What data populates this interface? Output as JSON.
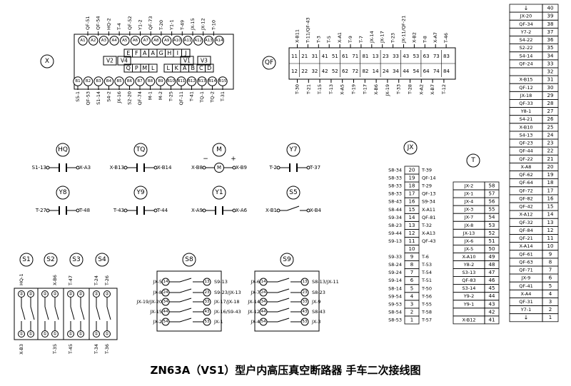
{
  "caption": "ZN63A（VS1）型户内高压真空断路器 手车二次接线图",
  "x_connector": {
    "symbol": "X",
    "top_labels": [
      "QF-51",
      "QF-54",
      "HQ-2",
      "T-4",
      "QF-52",
      "Y1-2",
      "QF-73",
      "T-20",
      "Y1-1",
      "T-49",
      "JX-15",
      "JX-12",
      "T-10"
    ],
    "top_pins": [
      "A1",
      "A2",
      "A3",
      "A4",
      "A5",
      "A6",
      "A7",
      "A8",
      "A9",
      "A10",
      "A11",
      "A12",
      "A13",
      "A14"
    ],
    "bottom_labels": [
      "S5-1",
      "QF-53",
      "S1-14",
      "S4-2",
      "JX-16",
      "S2-20",
      "QF-74",
      "M-1",
      "M-2",
      "T-25",
      "QF-11",
      "T-41",
      "TQ-1",
      "TQ-2",
      "T-31"
    ],
    "bottom_pins": [
      "B1",
      "B2",
      "B3",
      "B4",
      "B5",
      "B6",
      "B7",
      "B8",
      "B9",
      "B10",
      "B11",
      "B12",
      "B13",
      "B14",
      "B15"
    ],
    "inner_top": [
      "E",
      "F",
      "A",
      "A",
      "G",
      "H",
      "I",
      "J"
    ],
    "inner_bottom": [
      "Q",
      "P",
      "M",
      "L",
      "L",
      "K",
      "A",
      "B",
      "C",
      "D"
    ],
    "inner_marks": [
      "V2",
      "V4",
      "V1",
      "V3"
    ]
  },
  "qf_switch": {
    "symbol": "QF",
    "top_labels": [
      "X-B11",
      "T-11/QF-43",
      "T-3",
      "T-5",
      "X-A1",
      "T-9",
      "T-7",
      "JX-14",
      "JX-17",
      "T-23",
      "JX-11/QF-21",
      "X-B2",
      "T-8",
      "X-A7",
      "T-46"
    ],
    "bottom_labels": [
      "T-30",
      "T-21",
      "T-15",
      "T-13",
      "X-A5",
      "T-19",
      "T-17",
      "X-B6",
      "JX-19",
      "T-33",
      "T-28",
      "X-A2",
      "X-B7",
      "T-12"
    ],
    "top_nums": [
      "11",
      "21",
      "31",
      "41",
      "51",
      "61",
      "71",
      "81",
      "13",
      "23",
      "33",
      "43",
      "53",
      "63",
      "73",
      "83"
    ],
    "bottom_nums": [
      "12",
      "22",
      "32",
      "42",
      "52",
      "62",
      "72",
      "82",
      "14",
      "24",
      "34",
      "44",
      "54",
      "64",
      "74",
      "84"
    ]
  },
  "coils": [
    {
      "symbol": "HQ",
      "left": "S1-13",
      "right": "X-A3"
    },
    {
      "symbol": "TQ",
      "left": "X-B13",
      "right": "X-B14"
    },
    {
      "symbol": "M",
      "left": "X-B8",
      "right": "X-B9",
      "minus": "−",
      "plus": "+",
      "inner": "M"
    },
    {
      "symbol": "Y7",
      "left": "T-2",
      "right": "T-37"
    },
    {
      "symbol": "Y8",
      "left": "T-27",
      "right": "T-48"
    },
    {
      "symbol": "Y9",
      "left": "T-43",
      "right": "T-44"
    },
    {
      "symbol": "Y1",
      "left": "X-A9",
      "right": "X-A6"
    },
    {
      "symbol": "S5",
      "left": "X-B1",
      "right": "X-B4"
    }
  ],
  "switches_s": {
    "symbols": [
      "S1",
      "S2",
      "S3",
      "S4"
    ],
    "top_labels": [
      "HQ-1",
      "X-B6",
      "T-47",
      "T-24",
      "T-26"
    ],
    "bottom_labels": [
      "X-B3",
      "T-35",
      "T-45",
      "T-34",
      "T-36"
    ],
    "pin_top": "②",
    "pin_bottom": "①"
  },
  "s8": {
    "symbol": "S8",
    "left_labels": [
      "JX-5",
      "JX-8",
      "JX-19/JX-20",
      "JX-15",
      "JX-2"
    ],
    "left_pins": [
      "14",
      "24",
      "34",
      "44",
      "54"
    ],
    "right_pins": [
      "13",
      "23",
      "33",
      "43",
      "53"
    ],
    "right_labels": [
      "S9-13",
      "S9-23/JX-13",
      "JX-17/JX-18",
      "JX-16/S9-43",
      "JX-1"
    ]
  },
  "s9": {
    "symbol": "S9",
    "left_labels": [
      "JX-6",
      "JX-7",
      "JX-14",
      "JX-12",
      "JX-4"
    ],
    "left_pins": [
      "14",
      "24",
      "34",
      "44",
      "54"
    ],
    "right_pins": [
      "13",
      "23",
      "33",
      "43",
      "53"
    ],
    "right_labels": [
      "S8-13/JX-11",
      "S8-23",
      "JX-9",
      "S8-43",
      "JX-3"
    ]
  },
  "jx_terminal": {
    "symbol": "JX",
    "rows": [
      {
        "left": "S8-34",
        "num": "20",
        "right": "T-39"
      },
      {
        "left": "S8-33",
        "num": "19",
        "right": "QF-14"
      },
      {
        "left": "S8-33",
        "num": "18",
        "right": "T-29"
      },
      {
        "left": "S8-33",
        "num": "17",
        "right": "QF-13"
      },
      {
        "left": "S8-43",
        "num": "16",
        "right": "S9-34"
      },
      {
        "left": "S8-44",
        "num": "15",
        "right": "X-A11"
      },
      {
        "left": "S9-34",
        "num": "14",
        "right": "QF-81"
      },
      {
        "left": "S8-23",
        "num": "13",
        "right": "T-32"
      },
      {
        "left": "S9-44",
        "num": "12",
        "right": "X-A13"
      },
      {
        "left": "S9-13",
        "num": "11",
        "right": "QF-43"
      },
      {
        "left": "",
        "num": "10",
        "right": ""
      },
      {
        "left": "S9-33",
        "num": "9",
        "right": "T-6"
      },
      {
        "left": "S8-24",
        "num": "8",
        "right": "T-53"
      },
      {
        "left": "S9-24",
        "num": "7",
        "right": "T-54"
      },
      {
        "left": "S9-14",
        "num": "6",
        "right": "T-51"
      },
      {
        "left": "S8-14",
        "num": "5",
        "right": "T-50"
      },
      {
        "left": "S9-54",
        "num": "4",
        "right": "T-56"
      },
      {
        "left": "S9-53",
        "num": "3",
        "right": "T-55"
      },
      {
        "left": "S8-54",
        "num": "2",
        "right": "T-58"
      },
      {
        "left": "S8-53",
        "num": "1",
        "right": "T-57"
      }
    ]
  },
  "t_terminal_a": {
    "symbol": "T",
    "rows": [
      {
        "label": "JX-2",
        "num": "58"
      },
      {
        "label": "JX-1",
        "num": "57"
      },
      {
        "label": "JX-4",
        "num": "56"
      },
      {
        "label": "JX-3",
        "num": "55"
      },
      {
        "label": "JX-7",
        "num": "54"
      },
      {
        "label": "JX-8",
        "num": "53"
      },
      {
        "label": "JX-13",
        "num": "52"
      },
      {
        "label": "JX-6",
        "num": "51"
      },
      {
        "label": "JX-5",
        "num": "50"
      },
      {
        "label": "X-A10",
        "num": "49"
      },
      {
        "label": "Y8-2",
        "num": "48"
      },
      {
        "label": "S3-13",
        "num": "47"
      },
      {
        "label": "QF-83",
        "num": "46"
      },
      {
        "label": "S3-14",
        "num": "45"
      },
      {
        "label": "Y9-2",
        "num": "44"
      },
      {
        "label": "Y9-1",
        "num": "43"
      },
      {
        "label": "",
        "num": "42"
      },
      {
        "label": "X-B12",
        "num": "41"
      }
    ]
  },
  "t_terminal_b": {
    "arrow_top": "↓",
    "arrow_bottom": "↓",
    "rows": [
      {
        "label": "",
        "num": "40"
      },
      {
        "label": "JX-20",
        "num": "39"
      },
      {
        "label": "QF-34",
        "num": "38"
      },
      {
        "label": "Y7-2",
        "num": "37"
      },
      {
        "label": "S4-22",
        "num": "36"
      },
      {
        "label": "S2-22",
        "num": "35"
      },
      {
        "label": "S4-14",
        "num": "34"
      },
      {
        "label": "QF-24",
        "num": "33"
      },
      {
        "label": "",
        "num": "32"
      },
      {
        "label": "X-B15",
        "num": "31"
      },
      {
        "label": "QF-12",
        "num": "30"
      },
      {
        "label": "JX-18",
        "num": "29"
      },
      {
        "label": "QF-33",
        "num": "28"
      },
      {
        "label": "Y8-1",
        "num": "27"
      },
      {
        "label": "S4-21",
        "num": "26"
      },
      {
        "label": "X-B10",
        "num": "25"
      },
      {
        "label": "S4-13",
        "num": "24"
      },
      {
        "label": "QF-23",
        "num": "23"
      },
      {
        "label": "QF-44",
        "num": "22"
      },
      {
        "label": "QF-22",
        "num": "21"
      },
      {
        "label": "X-A8",
        "num": "20"
      },
      {
        "label": "QF-62",
        "num": "19"
      },
      {
        "label": "QF-64",
        "num": "18"
      },
      {
        "label": "QF-72",
        "num": "17"
      },
      {
        "label": "QF-82",
        "num": "16"
      },
      {
        "label": "QF-42",
        "num": "15"
      },
      {
        "label": "X-A12",
        "num": "14"
      },
      {
        "label": "QF-32",
        "num": "13"
      },
      {
        "label": "QF-84",
        "num": "12"
      },
      {
        "label": "QF-21",
        "num": "11"
      },
      {
        "label": "X-A14",
        "num": "10"
      },
      {
        "label": "QF-61",
        "num": "9"
      },
      {
        "label": "QF-63",
        "num": "8"
      },
      {
        "label": "QF-71",
        "num": "7"
      },
      {
        "label": "JX-9",
        "num": "6"
      },
      {
        "label": "QF-41",
        "num": "5"
      },
      {
        "label": "X-A4",
        "num": "4"
      },
      {
        "label": "QF-31",
        "num": "3"
      },
      {
        "label": "Y7-1",
        "num": "2"
      },
      {
        "label": "",
        "num": "1"
      }
    ]
  }
}
